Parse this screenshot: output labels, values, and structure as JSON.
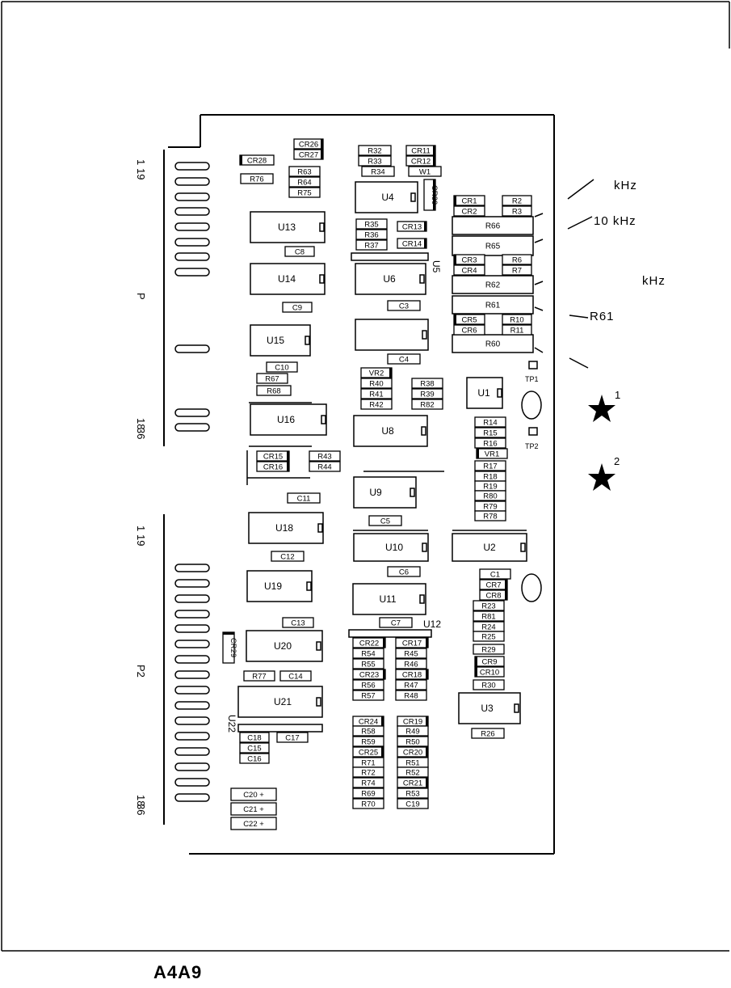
{
  "caption": "A4A9",
  "connectors": {
    "upper": {
      "name": "P",
      "pin_top": [
        "1",
        "19"
      ],
      "pin_bottom": [
        "18",
        "36"
      ]
    },
    "lower": {
      "name": "P2",
      "pin_top": [
        "1",
        "19"
      ],
      "pin_bottom": [
        "18",
        "36"
      ]
    }
  },
  "callouts": {
    "khz_a": "kHz",
    "khz_b": "10 kHz",
    "khz_c": "kHz",
    "r61": "R61",
    "star_1": "1",
    "star_2": "2"
  },
  "test_points": [
    "TP1",
    "TP2"
  ],
  "ic_labels": {
    "U1": "U1",
    "U2": "U2",
    "U3": "U3",
    "U4": "U4",
    "U5": "U5",
    "U6": "U6",
    "U8": "U8",
    "U9": "U9",
    "U10": "U10",
    "U11": "U11",
    "U12": "U12",
    "U13": "U13",
    "U14": "U14",
    "U15": "U15",
    "U16": "U16",
    "U18": "U18",
    "U19": "U19",
    "U20": "U20",
    "U21": "U21",
    "U22": "U22"
  },
  "components": [
    {
      "id": "c_CR26",
      "label": "CR26"
    },
    {
      "id": "c_CR27",
      "label": "CR27"
    },
    {
      "id": "c_CR28",
      "label": "CR28"
    },
    {
      "id": "c_R76",
      "label": "R76"
    },
    {
      "id": "c_R63",
      "label": "R63"
    },
    {
      "id": "c_R64",
      "label": "R64"
    },
    {
      "id": "c_R75",
      "label": "R75"
    },
    {
      "id": "c_R32",
      "label": "R32"
    },
    {
      "id": "c_R33",
      "label": "R33"
    },
    {
      "id": "c_R34",
      "label": "R34"
    },
    {
      "id": "c_CR11",
      "label": "CR11"
    },
    {
      "id": "c_CR12",
      "label": "CR12"
    },
    {
      "id": "c_W1",
      "label": "W1"
    },
    {
      "id": "c_CR30",
      "label": "CR30"
    },
    {
      "id": "c_CR1",
      "label": "CR1"
    },
    {
      "id": "c_CR2",
      "label": "CR2"
    },
    {
      "id": "c_R2",
      "label": "R2"
    },
    {
      "id": "c_R3",
      "label": "R3"
    },
    {
      "id": "c_R66",
      "label": "R66"
    },
    {
      "id": "c_R65",
      "label": "R65"
    },
    {
      "id": "c_CR3",
      "label": "CR3"
    },
    {
      "id": "c_CR4",
      "label": "CR4"
    },
    {
      "id": "c_R6",
      "label": "R6"
    },
    {
      "id": "c_R7",
      "label": "R7"
    },
    {
      "id": "c_R62",
      "label": "R62"
    },
    {
      "id": "c_R61",
      "label": "R61"
    },
    {
      "id": "c_CR5",
      "label": "CR5"
    },
    {
      "id": "c_CR6",
      "label": "CR6"
    },
    {
      "id": "c_R10",
      "label": "R10"
    },
    {
      "id": "c_R11",
      "label": "R11"
    },
    {
      "id": "c_R60",
      "label": "R60"
    },
    {
      "id": "c_R35",
      "label": "R35"
    },
    {
      "id": "c_R36",
      "label": "R36"
    },
    {
      "id": "c_R37",
      "label": "R37"
    },
    {
      "id": "c_CR13",
      "label": "CR13"
    },
    {
      "id": "c_CR14",
      "label": "CR14"
    },
    {
      "id": "c_C8",
      "label": "C8"
    },
    {
      "id": "c_C9",
      "label": "C9"
    },
    {
      "id": "c_C3",
      "label": "C3"
    },
    {
      "id": "c_C4",
      "label": "C4"
    },
    {
      "id": "c_C10",
      "label": "C10"
    },
    {
      "id": "c_R67",
      "label": "R67"
    },
    {
      "id": "c_R68",
      "label": "R68"
    },
    {
      "id": "c_VR2",
      "label": "VR2"
    },
    {
      "id": "c_R40",
      "label": "R40"
    },
    {
      "id": "c_R41",
      "label": "R41"
    },
    {
      "id": "c_R42",
      "label": "R42"
    },
    {
      "id": "c_R38",
      "label": "R38"
    },
    {
      "id": "c_R39",
      "label": "R39"
    },
    {
      "id": "c_R82",
      "label": "R82"
    },
    {
      "id": "c_R14",
      "label": "R14"
    },
    {
      "id": "c_R15",
      "label": "R15"
    },
    {
      "id": "c_R16",
      "label": "R16"
    },
    {
      "id": "c_VR1",
      "label": "VR1"
    },
    {
      "id": "c_R17",
      "label": "R17"
    },
    {
      "id": "c_R18",
      "label": "R18"
    },
    {
      "id": "c_R19",
      "label": "R19"
    },
    {
      "id": "c_R80",
      "label": "R80"
    },
    {
      "id": "c_R79",
      "label": "R79"
    },
    {
      "id": "c_R78",
      "label": "R78"
    },
    {
      "id": "c_CR15",
      "label": "CR15"
    },
    {
      "id": "c_CR16",
      "label": "CR16"
    },
    {
      "id": "c_R43",
      "label": "R43"
    },
    {
      "id": "c_R44",
      "label": "R44"
    },
    {
      "id": "c_C11",
      "label": "C11"
    },
    {
      "id": "c_C5",
      "label": "C5"
    },
    {
      "id": "c_C12",
      "label": "C12"
    },
    {
      "id": "c_C6",
      "label": "C6"
    },
    {
      "id": "c_C1",
      "label": "C1"
    },
    {
      "id": "c_CR7",
      "label": "CR7"
    },
    {
      "id": "c_CR8",
      "label": "CR8"
    },
    {
      "id": "c_R23",
      "label": "R23"
    },
    {
      "id": "c_R81",
      "label": "R81"
    },
    {
      "id": "c_R24",
      "label": "R24"
    },
    {
      "id": "c_R25",
      "label": "R25"
    },
    {
      "id": "c_R29",
      "label": "R29"
    },
    {
      "id": "c_CR9",
      "label": "CR9"
    },
    {
      "id": "c_CR10",
      "label": "CR10"
    },
    {
      "id": "c_R30",
      "label": "R30"
    },
    {
      "id": "c_C7",
      "label": "C7"
    },
    {
      "id": "c_C13",
      "label": "C13"
    },
    {
      "id": "c_CR29",
      "label": "CR29"
    },
    {
      "id": "c_CR22",
      "label": "CR22"
    },
    {
      "id": "c_R54",
      "label": "R54"
    },
    {
      "id": "c_R55",
      "label": "R55"
    },
    {
      "id": "c_CR23",
      "label": "CR23"
    },
    {
      "id": "c_R56",
      "label": "R56"
    },
    {
      "id": "c_R57",
      "label": "R57"
    },
    {
      "id": "c_CR17",
      "label": "CR17"
    },
    {
      "id": "c_R45",
      "label": "R45"
    },
    {
      "id": "c_R46",
      "label": "R46"
    },
    {
      "id": "c_CR18",
      "label": "CR18"
    },
    {
      "id": "c_R47",
      "label": "R47"
    },
    {
      "id": "c_R48",
      "label": "R48"
    },
    {
      "id": "c_R77",
      "label": "R77"
    },
    {
      "id": "c_C14",
      "label": "C14"
    },
    {
      "id": "c_R26",
      "label": "R26"
    },
    {
      "id": "c_C18",
      "label": "C18"
    },
    {
      "id": "c_C17",
      "label": "C17"
    },
    {
      "id": "c_C15",
      "label": "C15"
    },
    {
      "id": "c_C16",
      "label": "C16"
    },
    {
      "id": "c_CR24",
      "label": "CR24"
    },
    {
      "id": "c_R58",
      "label": "R58"
    },
    {
      "id": "c_R59",
      "label": "R59"
    },
    {
      "id": "c_CR25",
      "label": "CR25"
    },
    {
      "id": "c_R71",
      "label": "R71"
    },
    {
      "id": "c_R72",
      "label": "R72"
    },
    {
      "id": "c_R74",
      "label": "R74"
    },
    {
      "id": "c_R69",
      "label": "R69"
    },
    {
      "id": "c_R70",
      "label": "R70"
    },
    {
      "id": "c_CR19",
      "label": "CR19"
    },
    {
      "id": "c_R49",
      "label": "R49"
    },
    {
      "id": "c_R50",
      "label": "R50"
    },
    {
      "id": "c_CR20",
      "label": "CR20"
    },
    {
      "id": "c_R51",
      "label": "R51"
    },
    {
      "id": "c_R52",
      "label": "R52"
    },
    {
      "id": "c_CR21",
      "label": "CR21"
    },
    {
      "id": "c_R53",
      "label": "R53"
    },
    {
      "id": "c_C19",
      "label": "C19"
    },
    {
      "id": "c_C20",
      "label": "C20 +"
    },
    {
      "id": "c_C21",
      "label": "C21 +"
    },
    {
      "id": "c_C22",
      "label": "C22 +"
    }
  ]
}
